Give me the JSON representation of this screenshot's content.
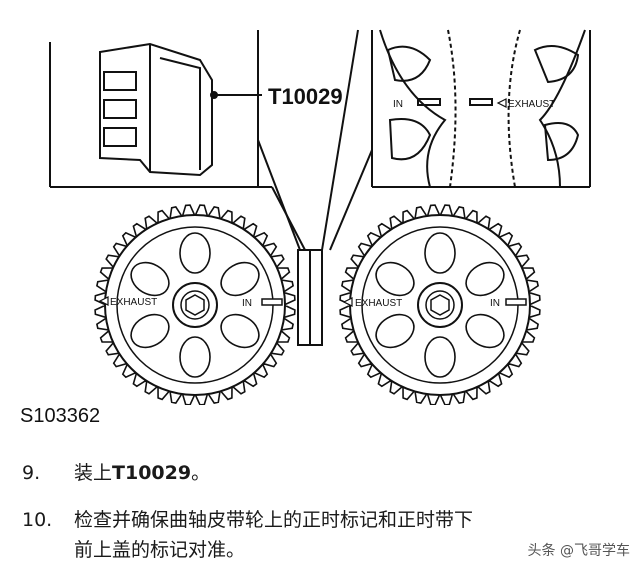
{
  "figure": {
    "tool_label": "T10029",
    "gear_left": {
      "exhaust_label": "EXHAUST",
      "in_label": "IN"
    },
    "gear_right": {
      "exhaust_label": "EXHAUST",
      "in_label": "IN"
    },
    "inset": {
      "in_label": "IN",
      "exhaust_label": "EXHAUST"
    },
    "code": "S103362"
  },
  "steps": [
    {
      "number": "9.",
      "text_before": "装上",
      "tool": "T10029",
      "text_after": "。"
    },
    {
      "number": "10.",
      "line1": "检查并确保曲轴皮带轮上的正时标记和正时带下",
      "line2": "前上盖的标记对准。"
    }
  ],
  "watermark": "头条 @飞哥学车"
}
